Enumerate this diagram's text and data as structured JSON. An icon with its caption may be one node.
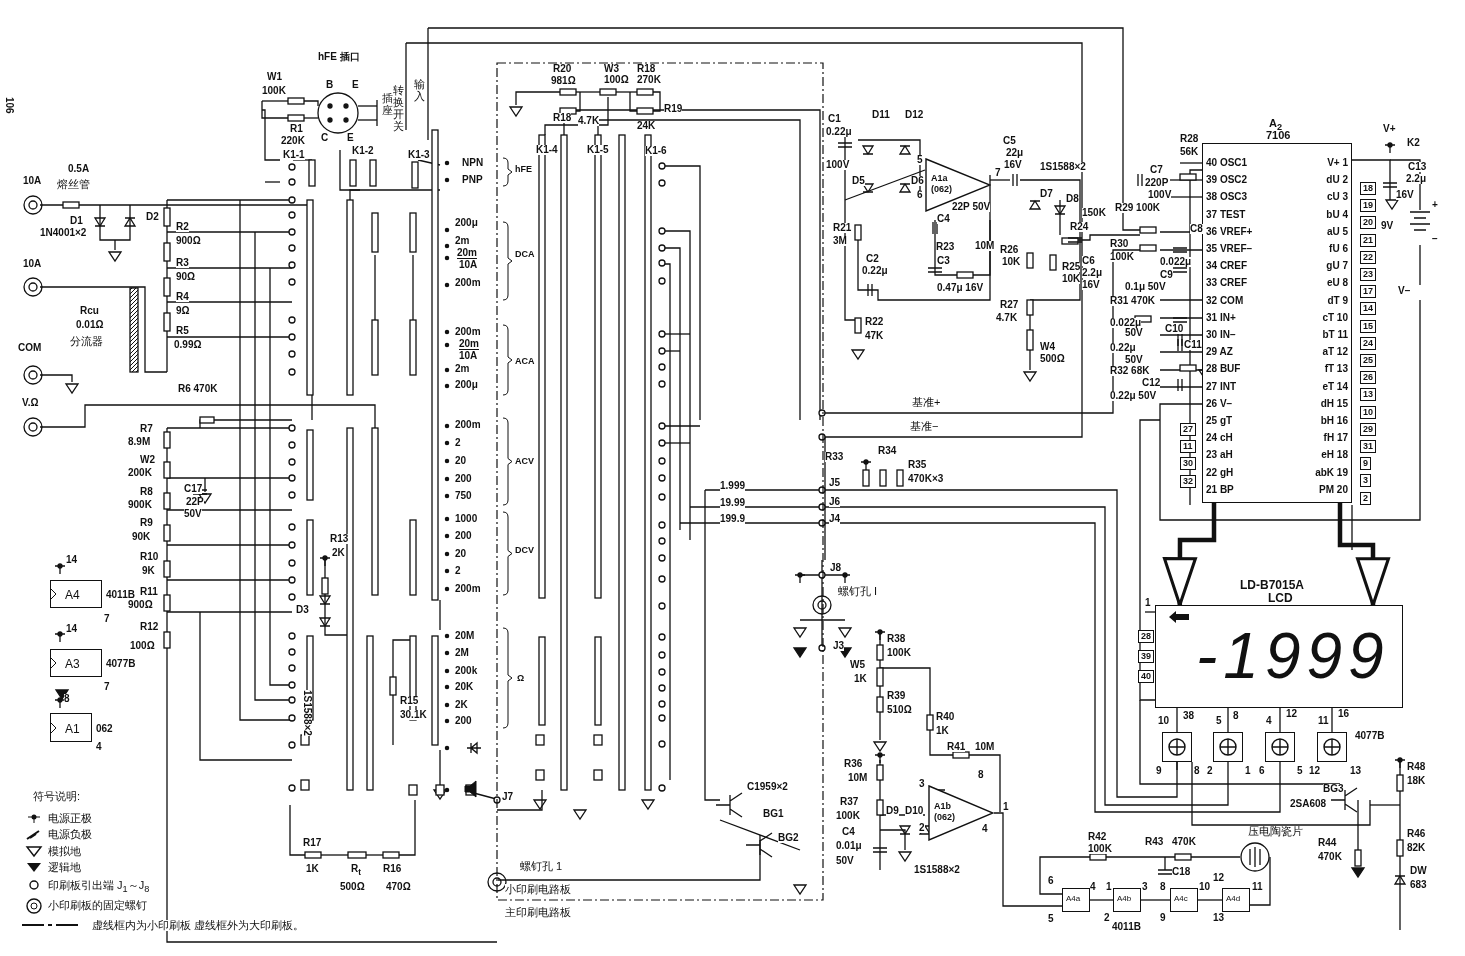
{
  "diagram": {
    "nodes": [
      {
        "text": [
          "A$_{2}$",
          "7106"
        ]
      },
      {
        "text": [
          "LD-B7015A",
          "LCD",
          "-1999"
        ]
      },
      {
        "text": [
          "A4"
        ],
        "beside": [
          "4011B"
        ]
      },
      {
        "text": [
          "A3"
        ],
        "beside": [
          "4077B"
        ]
      },
      {
        "text": [
          "A1"
        ],
        "beside": [
          "062"
        ]
      },
      {
        "text": [
          "A1a",
          "(062)"
        ]
      },
      {
        "text": [
          "A1b",
          "(062)"
        ]
      },
      {
        "text": [
          "A4a"
        ]
      },
      {
        "text": [
          "A4b"
        ]
      },
      {
        "text": [
          "A4c"
        ]
      },
      {
        "text": [
          "A4d"
        ]
      },
      {
        "text": [],
        "shape": "box"
      },
      {
        "text": [],
        "shape": "box"
      },
      {
        "text": [],
        "shape": "box"
      },
      {
        "text": [],
        "shape": "box"
      }
    ],
    "edges": [
      {
        "from": 0,
        "to": 1,
        "arrow": "to",
        "style": "thick"
      },
      {
        "from": 0,
        "to": 1,
        "arrow": "to",
        "style": "thick"
      },
      {
        "from": 7,
        "to": 8,
        "arrow": "none"
      },
      {
        "from": 8,
        "to": 9,
        "arrow": "none"
      },
      {
        "from": 9,
        "to": 10,
        "arrow": "none"
      },
      {
        "from": 11,
        "to": 1,
        "arrow": "none"
      },
      {
        "from": 12,
        "to": 1,
        "arrow": "none"
      },
      {
        "from": 13,
        "to": 1,
        "arrow": "none"
      },
      {
        "from": 14,
        "to": 1,
        "arrow": "none"
      },
      {
        "from": 6,
        "to": 7,
        "arrow": "none"
      }
    ],
    "labels": [
      "106",
      "hFE 插口",
      "W1",
      "100K",
      "B",
      "E",
      "R1",
      "220K",
      "C",
      "E",
      "K1-1",
      "K1-2",
      "插座",
      "转换开关",
      "输入",
      "K1-3",
      "NPN",
      "PNP",
      "hFE",
      "10A",
      "0.5A",
      "熔丝管",
      "D1",
      "1N4001×2",
      "D2",
      "R2",
      "900Ω",
      "R3",
      "90Ω",
      "R4",
      "9Ω",
      "R5",
      "0.99Ω",
      "10A",
      "Rcu",
      "0.01Ω",
      "分流器",
      "COM",
      "R6 470K",
      "V.Ω",
      "200μ",
      "2m",
      "20m",
      "10A",
      "200m",
      "DCA",
      "200m",
      "20m",
      "10A",
      "2m",
      "200μ",
      "ACA",
      "200m",
      "2",
      "20",
      "200",
      "750",
      "ACV",
      "1000",
      "200",
      "20",
      "2",
      "200m",
      "DCV",
      "20M",
      "2M",
      "200k",
      "20K",
      "2K",
      "200",
      "Ω",
      "R7",
      "8.9M",
      "W2",
      "200K",
      "R8",
      "900K",
      "R9",
      "90K",
      "R10",
      "9K",
      "R11",
      "900Ω",
      "R12",
      "100Ω",
      "C17",
      "22P",
      "50V",
      "14",
      "7",
      "14",
      "7",
      "8",
      "4",
      "符号说明:",
      "D3",
      "R13",
      "2K",
      "1S1588×2",
      "R15",
      "30.1K",
      "R17",
      "1K",
      "R$_{t}$",
      "500Ω",
      "R16",
      "470Ω",
      "R20",
      "981Ω",
      "R18",
      "4.7K",
      "W3",
      "100Ω",
      "R18",
      "270K",
      "R19",
      "24K",
      "K1-4",
      "K1-5",
      "K1-6",
      "C1",
      "0.22μ",
      "100V",
      "D11",
      "D12",
      "D5",
      "D6",
      "5",
      "6",
      "R21",
      "3M",
      "C2",
      "0.22μ",
      "R22",
      "47K",
      "基准+",
      "基准−",
      "C4",
      "22P 50V",
      "R23",
      "10M",
      "C3",
      "0.47μ 16V",
      "7",
      "C5",
      "22μ",
      "16V",
      "1S1588×2",
      "D7",
      "D8",
      "R26",
      "10K",
      "R24",
      "R25",
      "10K",
      "C6",
      "2.2μ",
      "16V",
      "R27",
      "4.7K",
      "W4",
      "500Ω",
      "150K",
      "R28",
      "56K",
      "C7",
      "220P",
      "100V",
      "R29 100K",
      "C8",
      "0.022μ",
      "R30",
      "100K",
      "C9",
      "0.1μ 50V",
      "R31 470K",
      "0.022μ",
      "50V",
      "C10",
      "0.22μ",
      "50V",
      "C11",
      "R32 68K",
      "C12",
      "0.22μ 50V",
      "40 OSC1",
      "39 OSC2",
      "38 OSC3",
      "37 TEST",
      "36 VREF+",
      "35 VREF−",
      "34 CREF",
      "33 CREF",
      "32 COM",
      "31 IN+",
      "30 IN−",
      "29 AZ",
      "28 BUF",
      "27 INT",
      "26 V−",
      "25 gT",
      "24 cH",
      "23 aH",
      "22 gH",
      "21 BP",
      "V+ 1",
      "dU 2",
      "cU 3",
      "bU 4",
      "aU 5",
      "fU 6",
      "gU 7",
      "eU 8",
      "dT 9",
      "cT 10",
      "bT 11",
      "aT 12",
      "fT 13",
      "eT 14",
      "dH 15",
      "bH 16",
      "fH 17",
      "eH 18",
      "abK 19",
      "PM 20",
      "18",
      "19",
      "20",
      "21",
      "22",
      "23",
      "17",
      "14",
      "15",
      "24",
      "25",
      "26",
      "13",
      "10",
      "29",
      "31",
      "9",
      "3",
      "2",
      "27",
      "11",
      "30",
      "32",
      "V+",
      "K2",
      "C13",
      "2.2μ",
      "16V",
      "9V",
      "+",
      "−",
      "V−",
      "R33",
      "R34",
      "R35",
      "470K×3",
      "J5",
      "J6",
      "J4",
      "1.999",
      "19.99",
      "199.9",
      "J8",
      "螺钉孔 I",
      "J3",
      "J7",
      "螺钉孔 1",
      "小印刷电路板",
      "主印刷电路板",
      "C1959×2",
      "BG1",
      "BG2",
      "R38",
      "100K",
      "W5",
      "1K",
      "R39",
      "510Ω",
      "R40",
      "1K",
      "R41",
      "10M",
      "R36",
      "10M",
      "R37",
      "100K",
      "C4",
      "0.01μ",
      "50V",
      "D9",
      "D10",
      "1S1588×2",
      "3",
      "2",
      "8",
      "1",
      "4",
      "R42",
      "100K",
      "R43",
      "470K",
      "C18",
      "压电陶瓷片",
      "6",
      "5",
      "4",
      "1",
      "2",
      "3",
      "8",
      "9",
      "10",
      "12",
      "13",
      "11",
      "4011B",
      "1",
      "28",
      "39",
      "40",
      "10",
      "38",
      "5",
      "8",
      "4",
      "12",
      "11",
      "16",
      "9",
      "8",
      "2",
      "1",
      "6",
      "5",
      "12",
      "13",
      "BG3",
      "2SA608",
      "4077B",
      "R48",
      "18K",
      "R46",
      "82K",
      "R44",
      "470K",
      "DW",
      "683"
    ],
    "legend": [
      {
        "text": "电源正极"
      },
      {
        "text": "电源负极"
      },
      {
        "text": "模拟地"
      },
      {
        "text": "逻辑地"
      },
      {
        "text": "印刷板引出端 J$_{1}$～J$_{8}$"
      },
      {
        "text": "小印刷板的固定螺钉"
      },
      {
        "text": "虚线框内为小印刷板  虚线框外为大印刷板。"
      }
    ]
  }
}
